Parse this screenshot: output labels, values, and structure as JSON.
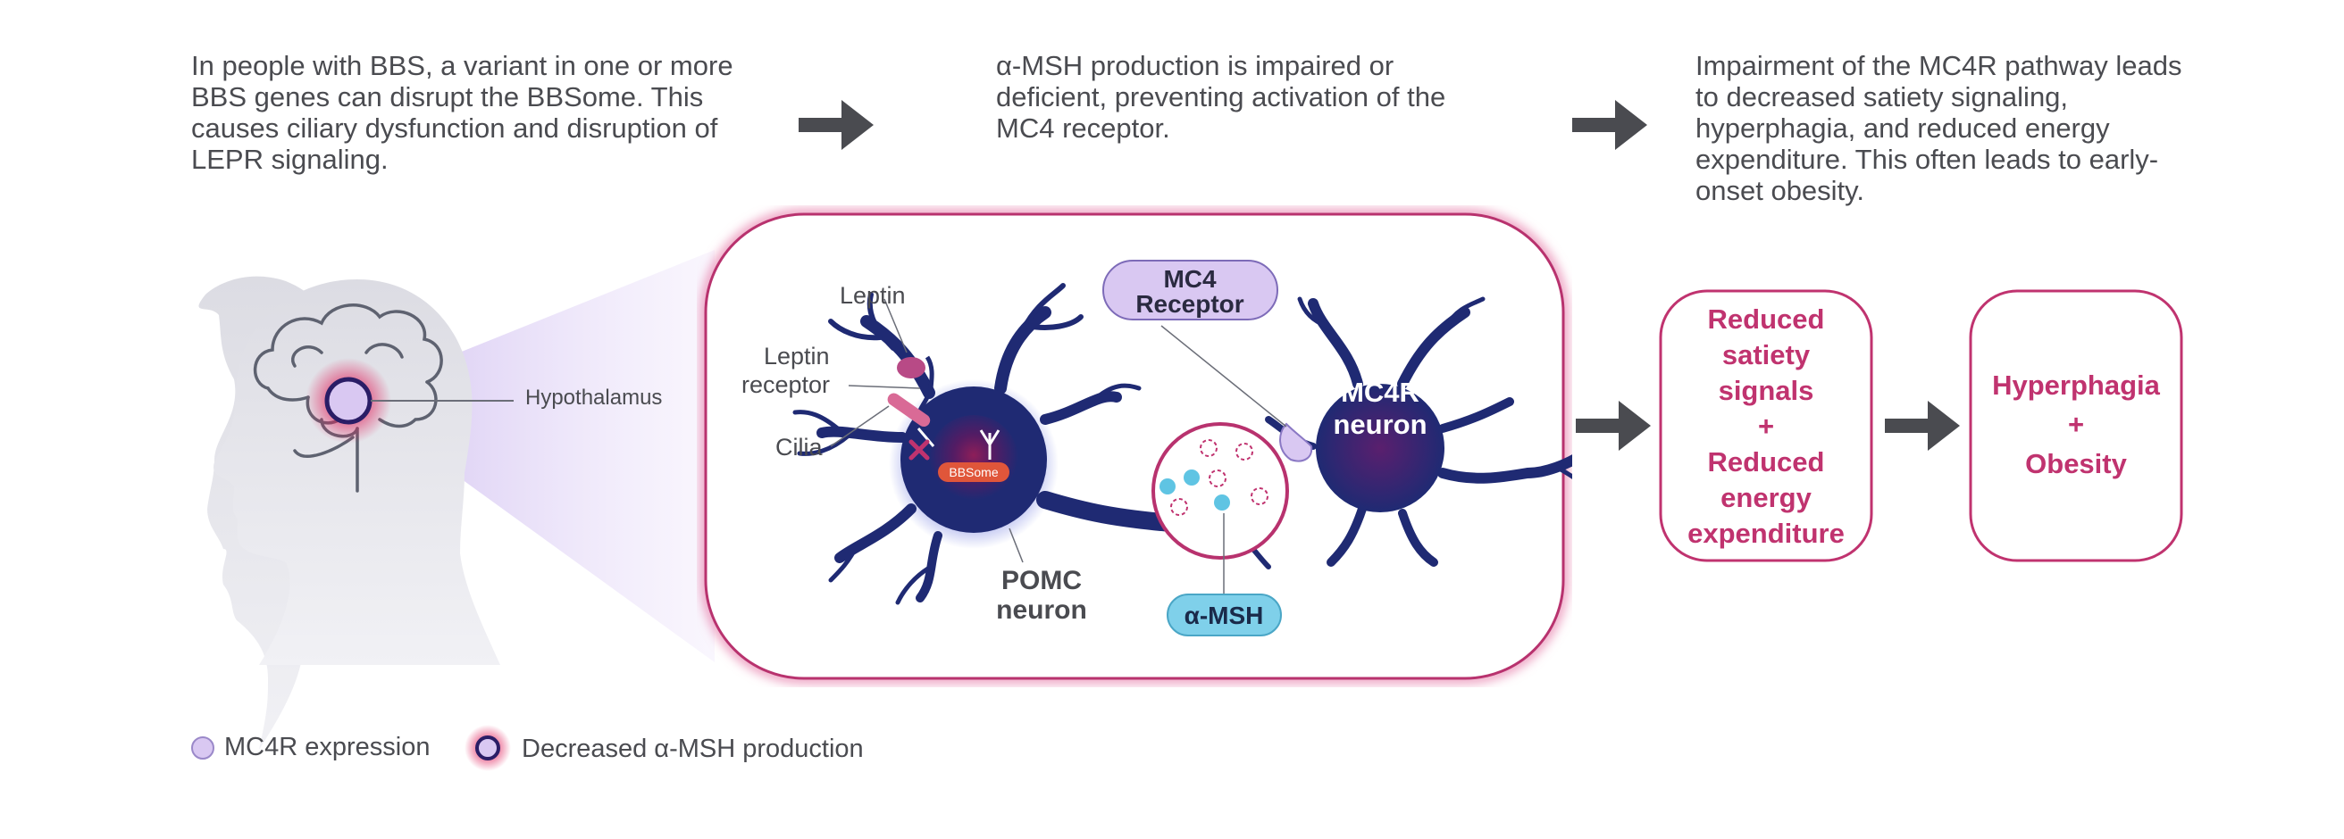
{
  "captions": {
    "step1": "In people with BBS, a variant in one or more BBS genes can disrupt the BBSome. This causes ciliary dysfunction and disruption of LEPR signaling.",
    "step2": "α-MSH production is impaired or deficient, preventing activation of the MC4 receptor.",
    "step3": "Impairment of the MC4R pathway leads to decreased satiety signaling, hyperphagia, and reduced energy expenditure. This often leads to early-onset obesity."
  },
  "labels": {
    "hypothalamus": "Hypothalamus",
    "leptin": "Leptin",
    "leptin_receptor_1": "Leptin",
    "leptin_receptor_2": "receptor",
    "cilia": "Cilia",
    "bbsome": "BBSome",
    "pomc_1": "POMC",
    "pomc_2": "neuron",
    "mc4_receptor_1": "MC4",
    "mc4_receptor_2": "Receptor",
    "mc4r_neuron_1": "MC4R",
    "mc4r_neuron_2": "neuron",
    "alpha_msh": "α-MSH"
  },
  "outcomes": {
    "box1": [
      "Reduced",
      "satiety",
      "signals",
      "+",
      "Reduced",
      "energy",
      "expenditure"
    ],
    "box2": [
      "Hyperphagia",
      "+",
      "Obesity"
    ]
  },
  "legend": {
    "mc4r_expression": "MC4R expression",
    "decreased_msh": "Decreased α-MSH production"
  },
  "colors": {
    "accent": "#c0336f",
    "neuron": "#1f2a73",
    "arrow": "#4a4b50",
    "mc4r_expression": "#d9c8f2",
    "alpha_msh": "#7fd0ea"
  }
}
